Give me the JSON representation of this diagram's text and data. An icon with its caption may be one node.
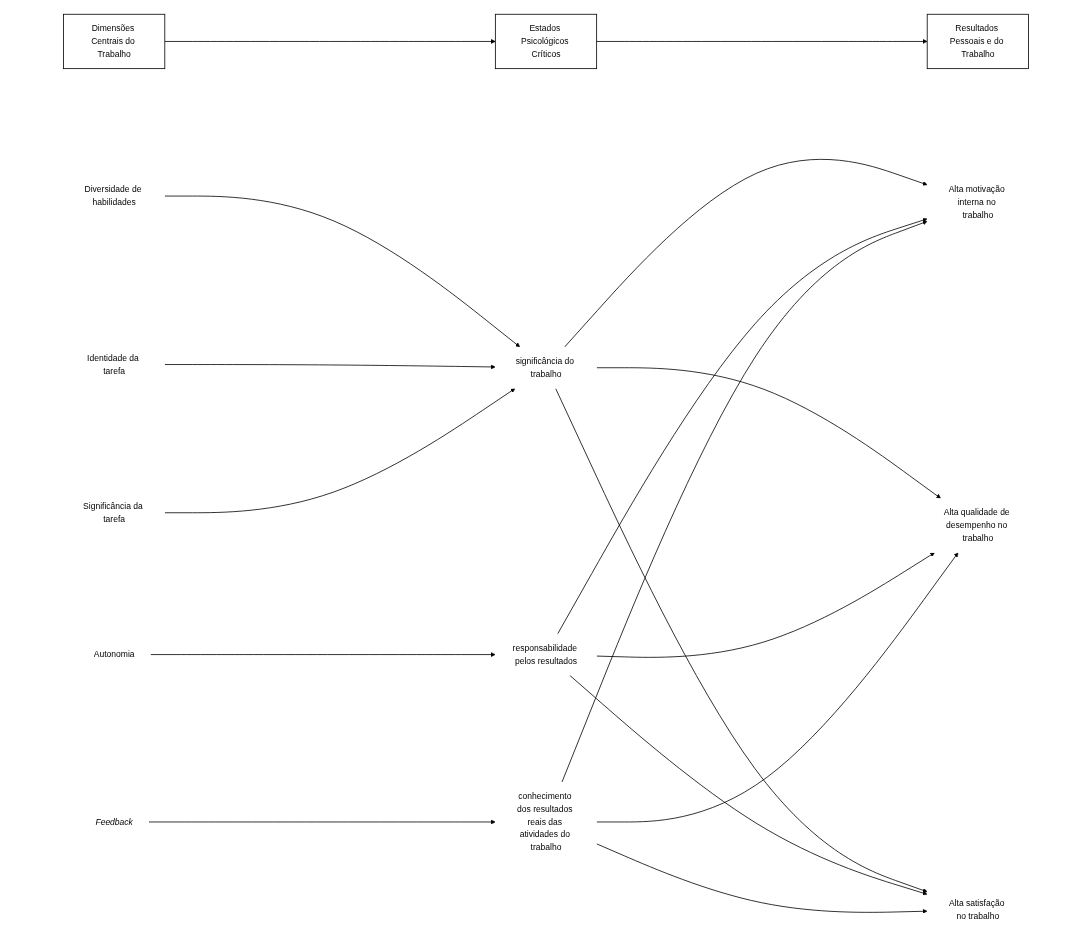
{
  "diagram": {
    "nodes": [
      {
        "text": [
          "Dimensões Centrais do Trabalho"
        ]
      },
      {
        "text": [
          "Estados Psicológicos Críticos"
        ]
      },
      {
        "text": [
          "Resultados Pessoais e do Trabalho"
        ]
      },
      {
        "text": [
          "Diversidade de habilidades"
        ]
      },
      {
        "text": [
          "Identidade da tarefa"
        ]
      },
      {
        "text": [
          "Significância da tarefa"
        ]
      },
      {
        "text": [
          "significância do trabalho"
        ]
      },
      {
        "text": [
          "Autonomia"
        ]
      },
      {
        "text": [
          "responsabilidade pelos resultados"
        ]
      },
      {
        "text": [
          "Feedback"
        ]
      },
      {
        "text": [
          "conhecimento dos resultados reais das atividades do trabalho"
        ]
      },
      {
        "text": [
          "Alta motivação interna no trabalho"
        ]
      },
      {
        "text": [
          "Alta qualidade de desempenho no trabalho"
        ]
      },
      {
        "text": [
          "Alta satisfação no trabalho"
        ]
      }
    ],
    "edges": [
      {
        "from": 0,
        "to": 1,
        "arrow": "to"
      },
      {
        "from": 1,
        "to": 2,
        "arrow": "to"
      },
      {
        "from": 3,
        "to": 6,
        "arrow": "to"
      },
      {
        "from": 4,
        "to": 6,
        "arrow": "to"
      },
      {
        "from": 5,
        "to": 6,
        "arrow": "to"
      },
      {
        "from": 7,
        "to": 8,
        "arrow": "to"
      },
      {
        "from": 9,
        "to": 10,
        "arrow": "to"
      },
      {
        "from": 6,
        "to": 11,
        "arrow": "to"
      },
      {
        "from": 6,
        "to": 12,
        "arrow": "to"
      },
      {
        "from": 6,
        "to": 13,
        "arrow": "to"
      },
      {
        "from": 8,
        "to": 11,
        "arrow": "to"
      },
      {
        "from": 8,
        "to": 12,
        "arrow": "to"
      },
      {
        "from": 8,
        "to": 13,
        "arrow": "to"
      },
      {
        "from": 10,
        "to": 11,
        "arrow": "to"
      },
      {
        "from": 10,
        "to": 12,
        "arrow": "to"
      },
      {
        "from": 10,
        "to": 13,
        "arrow": "to"
      }
    ]
  }
}
